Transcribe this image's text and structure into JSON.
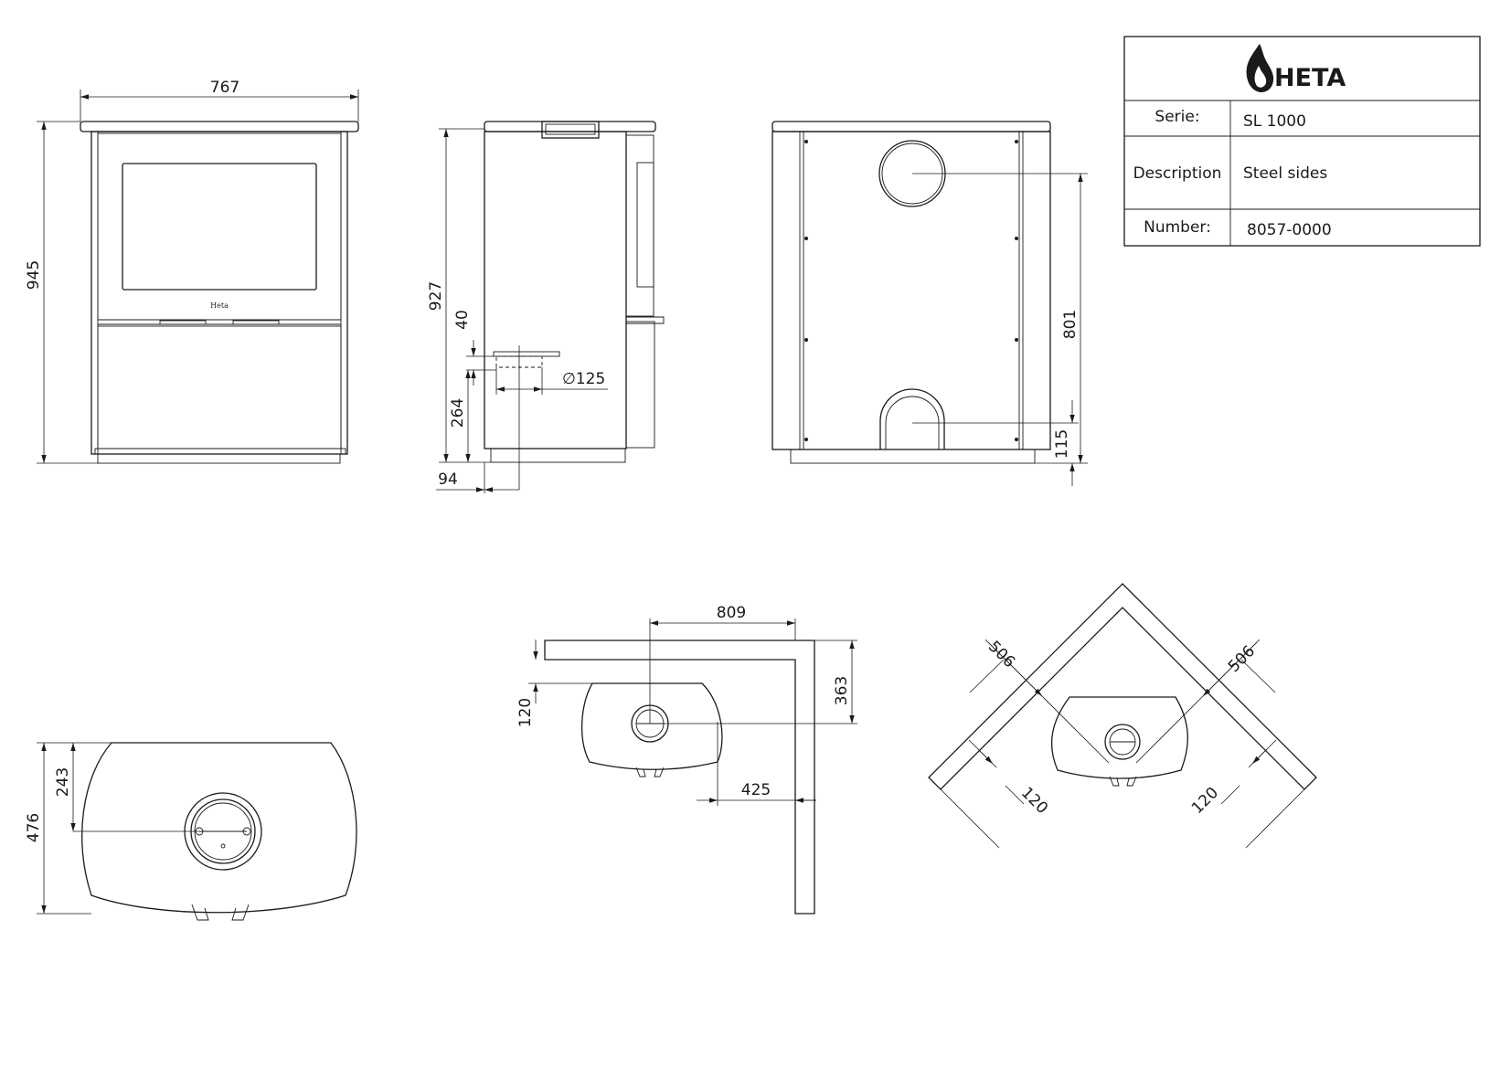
{
  "title_block": {
    "brand": "HETA",
    "rows": [
      {
        "label": "Serie:",
        "value": "SL 1000"
      },
      {
        "label": "Description",
        "value": "Steel sides"
      },
      {
        "label": "Number:",
        "value": "8057-0000"
      }
    ]
  },
  "front_view": {
    "width_dim": "767",
    "height_dim": "945",
    "badge": "Heta"
  },
  "side_view": {
    "height_dim": "927",
    "dim_40": "40",
    "dim_264": "264",
    "dim_94": "94",
    "diameter": "∅125"
  },
  "back_view": {
    "dim_801": "801",
    "dim_115": "115"
  },
  "top_view": {
    "dim_476": "476",
    "dim_243": "243"
  },
  "wall_view": {
    "dim_809": "809",
    "dim_363": "363",
    "dim_120": "120",
    "dim_425": "425"
  },
  "corner_view": {
    "dim_506_left": "506",
    "dim_506_right": "506",
    "dim_120_left": "120",
    "dim_120_right": "120"
  }
}
